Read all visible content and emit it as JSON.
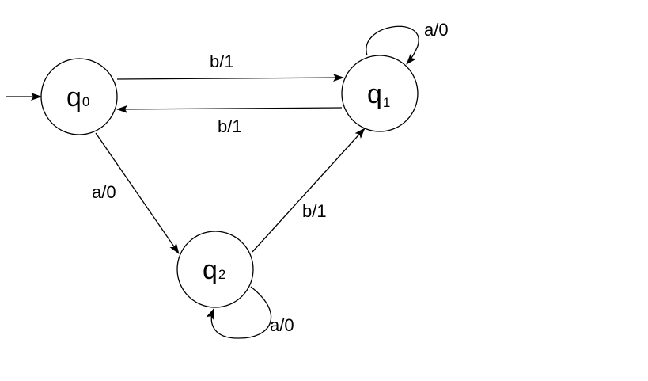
{
  "diagram": {
    "type": "finite-state-machine",
    "initial_state": "q0",
    "states": [
      {
        "id": "q0",
        "base": "q",
        "subscript": "0"
      },
      {
        "id": "q1",
        "base": "q",
        "subscript": "1"
      },
      {
        "id": "q2",
        "base": "q",
        "subscript": "2"
      }
    ],
    "transitions": [
      {
        "from": "q0",
        "to": "q1",
        "label": "b/1"
      },
      {
        "from": "q1",
        "to": "q0",
        "label": "b/1"
      },
      {
        "from": "q0",
        "to": "q2",
        "label": "a/0"
      },
      {
        "from": "q2",
        "to": "q1",
        "label": "b/1"
      },
      {
        "from": "q1",
        "to": "q1",
        "label": "a/0"
      },
      {
        "from": "q2",
        "to": "q2",
        "label": "a/0"
      }
    ]
  }
}
